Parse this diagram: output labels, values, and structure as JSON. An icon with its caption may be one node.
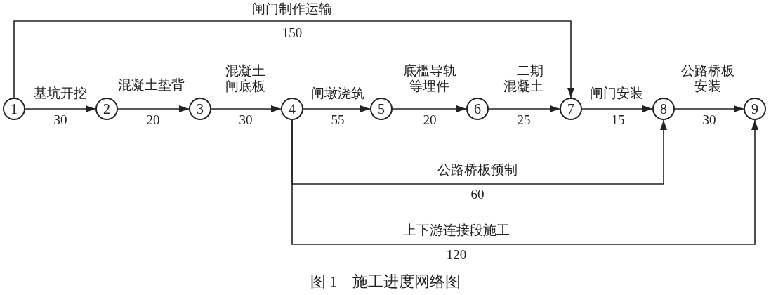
{
  "diagram": {
    "caption": "图 1　施工进度网络图",
    "nodes": [
      {
        "text": [
          "1"
        ]
      },
      {
        "text": [
          "2"
        ]
      },
      {
        "text": [
          "3"
        ]
      },
      {
        "text": [
          "4"
        ]
      },
      {
        "text": [
          "5"
        ]
      },
      {
        "text": [
          "6"
        ]
      },
      {
        "text": [
          "7"
        ]
      },
      {
        "text": [
          "8"
        ]
      },
      {
        "text": [
          "9"
        ]
      }
    ],
    "edges": [
      {
        "from": 0,
        "to": 1,
        "arrow": "to",
        "label": "基坑开挖"
      },
      {
        "from": 1,
        "to": 2,
        "arrow": "to",
        "label": "混凝土垫背"
      },
      {
        "from": 2,
        "to": 3,
        "arrow": "to",
        "label": "混凝土闸底板"
      },
      {
        "from": 3,
        "to": 4,
        "arrow": "to",
        "label": "闸墩浇筑"
      },
      {
        "from": 4,
        "to": 5,
        "arrow": "to",
        "label": "底槛导轨等埋件"
      },
      {
        "from": 5,
        "to": 6,
        "arrow": "to",
        "label": "二期混凝土"
      },
      {
        "from": 6,
        "to": 7,
        "arrow": "to",
        "label": "闸门安装"
      },
      {
        "from": 7,
        "to": 8,
        "arrow": "to",
        "label": "公路桥板安装"
      },
      {
        "from": 0,
        "to": 6,
        "arrow": "to",
        "label": "闸门制作运输"
      },
      {
        "from": 3,
        "to": 7,
        "arrow": "to",
        "label": "公路桥板预制"
      },
      {
        "from": 3,
        "to": 8,
        "arrow": "to",
        "label": "上下游连接段施工"
      }
    ],
    "labels": [
      "30",
      "20",
      "30",
      "55",
      "20",
      "25",
      "15",
      "30",
      "150",
      "60",
      "120"
    ]
  }
}
